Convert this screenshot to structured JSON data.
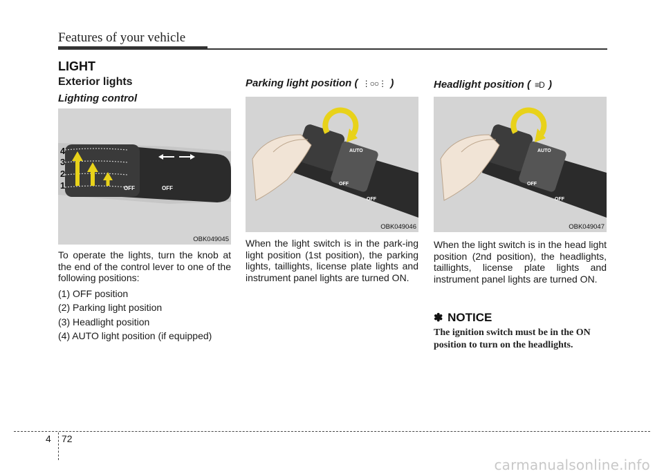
{
  "header": {
    "title": "Features of your vehicle"
  },
  "section": {
    "title": "LIGHT"
  },
  "column1": {
    "heading": "Exterior lights",
    "subheading": "Lighting control",
    "figure_code": "OBK049045",
    "knob_labels": [
      "4",
      "3",
      "2",
      "1"
    ],
    "figure_off_labels": [
      "OFF",
      "OFF"
    ],
    "intro": "To operate the lights, turn the knob at the end of the control lever to one of the following positions:",
    "positions": [
      "(1) OFF position",
      "(2) Parking light position",
      "(3) Headlight position",
      "(4) AUTO light position (if equipped)"
    ]
  },
  "column2": {
    "heading_prefix": "Parking light position ( ",
    "heading_icon": "parking-light-icon",
    "heading_suffix": " )",
    "figure_code": "OBK049046",
    "figure_labels": [
      "AUTO",
      "OFF",
      "OFF"
    ],
    "text": "When the light switch is in the park-ing light position (1st position), the parking lights, taillights,  license plate lights and instrument panel lights are turned ON."
  },
  "column3": {
    "heading_prefix": "Headlight position ( ",
    "heading_icon": "headlight-icon",
    "heading_suffix": " )",
    "figure_code": "OBK049047",
    "figure_labels": [
      "AUTO",
      "OFF",
      "OFF"
    ],
    "text": "When the light switch is in the head light position (2nd position), the headlights, taillights, license plate lights and instrument panel lights are turned ON."
  },
  "notice": {
    "symbol": "✽",
    "title": "NOTICE",
    "text": "The ignition switch must be in the ON position to turn on the headlights."
  },
  "footer": {
    "chapter": "4",
    "page": "72"
  },
  "watermark": "carmanualsonline.info",
  "colors": {
    "figure_bg": "#d4d4d4",
    "lever": "#2b2b2b",
    "arrow": "#e8d21a",
    "rule": "#333333"
  }
}
